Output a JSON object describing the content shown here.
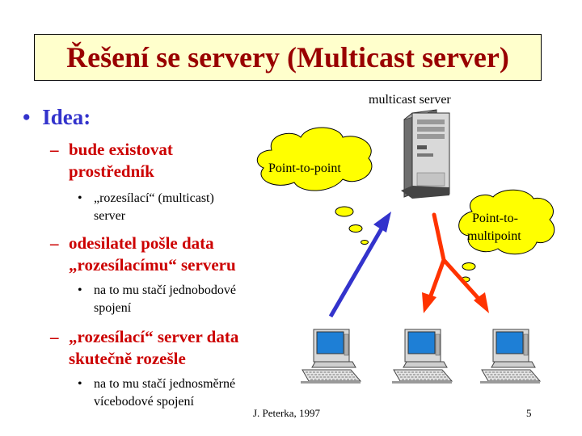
{
  "title": "Řešení se servery (Multicast server)",
  "bullets": {
    "idea": "Idea:",
    "items": [
      {
        "lines": [
          "bude existovat",
          "prostředník"
        ],
        "sub": [
          "„rozesílací“ (multicast)",
          "server"
        ]
      },
      {
        "lines": [
          "odesilatel pošle data",
          "„rozesílacímu“ serveru"
        ],
        "sub": [
          "na to mu stačí jednobodové",
          "spojení"
        ]
      },
      {
        "lines": [
          "„rozesílací“ server data",
          "skutečně rozešle"
        ],
        "sub": [
          "na to mu stačí jednosměrné",
          "vícebodové spojení"
        ]
      }
    ]
  },
  "diagram": {
    "server_label": "multicast server",
    "p2p_label": "Point-to-point",
    "p2mp_line1": "Point-to-",
    "p2mp_line2": "multipoint",
    "colors": {
      "uplink_arrow": "#3333cc",
      "downlink_arrows": "#ff3300",
      "bubble": "#ffff00"
    }
  },
  "footer": {
    "author": "J. Peterka, 1997",
    "page": "5"
  }
}
